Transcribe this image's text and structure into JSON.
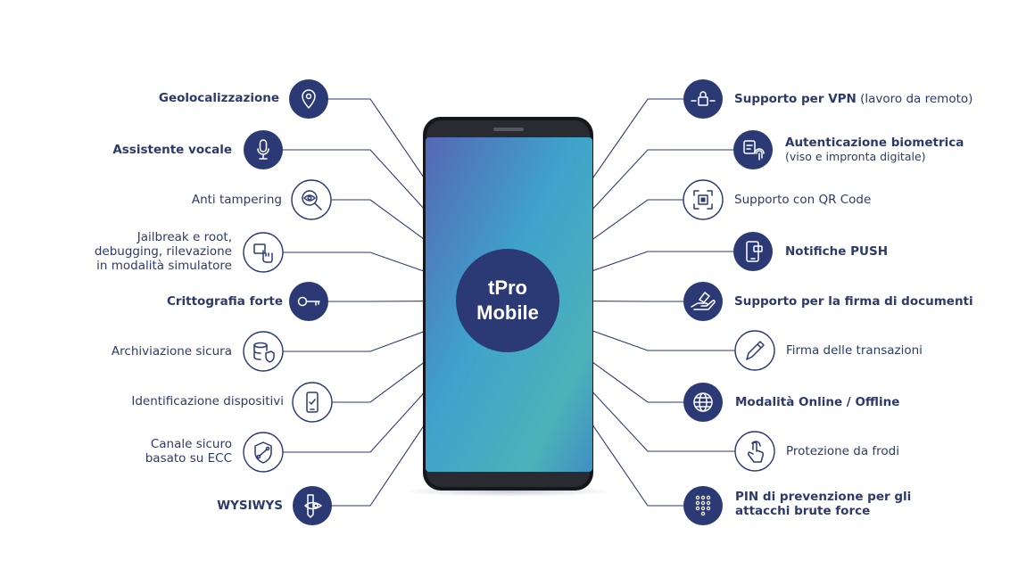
{
  "hub": {
    "line1": "tPro",
    "line2": "Mobile"
  },
  "features_left": [
    {
      "id": "geo",
      "icon": "location-pin-icon",
      "style": "filled",
      "lines": [
        {
          "bold": "Geolocalizzazione"
        }
      ]
    },
    {
      "id": "voice",
      "icon": "microphone-icon",
      "style": "filled",
      "lines": [
        {
          "bold": "Assistente vocale"
        }
      ]
    },
    {
      "id": "tamper",
      "icon": "eye-magnifier-icon",
      "style": "outline",
      "lines": [
        {
          "normal": "Anti tampering"
        }
      ]
    },
    {
      "id": "jailbreak",
      "icon": "touch-screen-icon",
      "style": "outline",
      "lines": [
        {
          "normal": "Jailbreak e root,"
        },
        {
          "normal": "debugging, rilevazione"
        },
        {
          "normal": "in modalità simulatore"
        }
      ]
    },
    {
      "id": "crypto",
      "icon": "key-icon",
      "style": "filled",
      "lines": [
        {
          "bold": "Crittografia forte"
        }
      ]
    },
    {
      "id": "storage",
      "icon": "database-shield-icon",
      "style": "outline",
      "lines": [
        {
          "normal": "Archiviazione sicura"
        }
      ]
    },
    {
      "id": "device",
      "icon": "phone-check-icon",
      "style": "outline",
      "lines": [
        {
          "normal": "Identificazione dispositivi"
        }
      ]
    },
    {
      "id": "channel",
      "icon": "shield-network-icon",
      "style": "outline",
      "lines": [
        {
          "normal": "Canale sicuro"
        },
        {
          "normal": "basato su ECC"
        }
      ]
    },
    {
      "id": "wysiwys",
      "icon": "pen-eye-icon",
      "style": "filled",
      "lines": [
        {
          "bold": "WYSIWYS"
        }
      ]
    }
  ],
  "features_right": [
    {
      "id": "vpn",
      "icon": "vpn-lock-icon",
      "style": "filled",
      "lines": [
        {
          "bold": "Supporto per VPN",
          "normal": " (lavoro da remoto)"
        }
      ]
    },
    {
      "id": "bio",
      "icon": "biometric-icon",
      "style": "filled",
      "lines": [
        {
          "bold": "Autenticazione biometrica"
        },
        {
          "sub": "(viso e impronta digitale)"
        }
      ]
    },
    {
      "id": "qr",
      "icon": "qr-code-icon",
      "style": "outline",
      "lines": [
        {
          "normal": "Supporto con QR Code"
        }
      ]
    },
    {
      "id": "push",
      "icon": "phone-notification-icon",
      "style": "filled",
      "lines": [
        {
          "bold": "Notifiche PUSH"
        }
      ]
    },
    {
      "id": "docsign",
      "icon": "hand-document-icon",
      "style": "filled",
      "lines": [
        {
          "bold": "Supporto per la firma di documenti"
        }
      ]
    },
    {
      "id": "txsign",
      "icon": "pen-icon",
      "style": "outline",
      "lines": [
        {
          "normal": "Firma delle transazioni"
        }
      ]
    },
    {
      "id": "online",
      "icon": "globe-icon",
      "style": "filled",
      "lines": [
        {
          "bold": "Modalità Online / Offline"
        }
      ]
    },
    {
      "id": "fraud",
      "icon": "hand-touch-icon",
      "style": "outline",
      "lines": [
        {
          "normal": "Protezione da frodi"
        }
      ]
    },
    {
      "id": "pin",
      "icon": "pin-keypad-icon",
      "style": "filled",
      "lines": [
        {
          "bold": "PIN di prevenzione per gli"
        },
        {
          "bold": "attacchi brute force"
        }
      ]
    }
  ],
  "colors": {
    "navy": "#2b3a74",
    "line": "#2b3a74",
    "outline_stroke": "#2b3a74",
    "screen_top": "#5068b4",
    "screen_mid": "#3fa6c9",
    "screen_bot": "#4cb3b8",
    "phone_body": "#16171c"
  }
}
